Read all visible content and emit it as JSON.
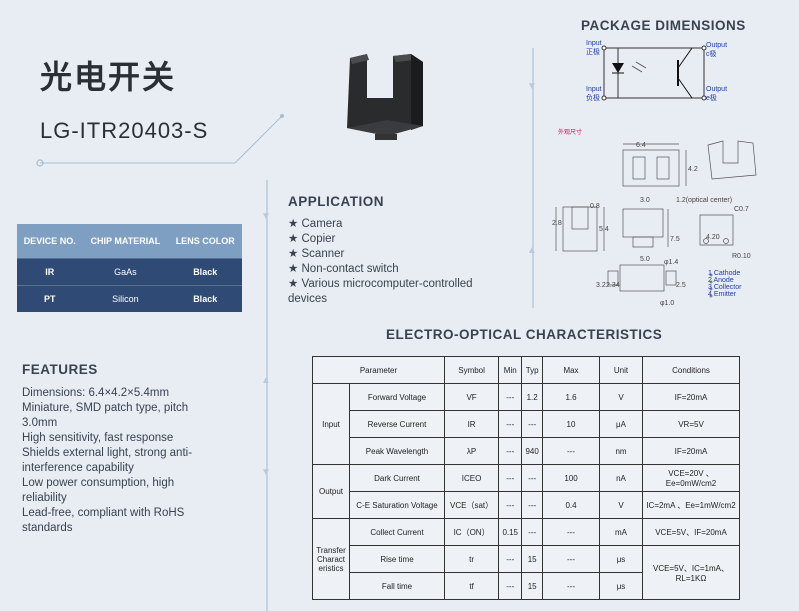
{
  "header": {
    "title_cn": "光电开关",
    "model": "LG-ITR20403-S"
  },
  "chip_table": {
    "headers": [
      "DEVICE NO.",
      "CHIP MATERIAL",
      "LENS COLOR"
    ],
    "rows": [
      [
        "IR",
        "GaAs",
        "Black"
      ],
      [
        "PT",
        "Silicon",
        "Black"
      ]
    ]
  },
  "features": {
    "title": "FEATURES",
    "items": [
      "Dimensions: 6.4×4.2×5.4mm",
      "Miniature, SMD patch type, pitch 3.0mm",
      "High sensitivity, fast response",
      "Shields external light, strong anti-interference capability",
      "Low power consumption, high reliability",
      "Lead-free, compliant with RoHS standards"
    ]
  },
  "application": {
    "title": "APPLICATION",
    "items": [
      "★ Camera",
      "★ Copier",
      "★ Scanner",
      "★ Non-contact switch",
      "★ Various microcomputer-controlled devices"
    ]
  },
  "package": {
    "title": "PACKAGE DIMENSIONS",
    "input_pos": "Input",
    "input_pos_cn": "正极",
    "input_neg": "Input",
    "input_neg_cn": "负极",
    "output_c": "Output",
    "output_c_cn": "c极",
    "output_e": "Output",
    "output_e_cn": "e极",
    "drawing_label": "外观尺寸",
    "dims": {
      "d64": "6.4",
      "d42": "4.2",
      "d08": "0.8",
      "d28": "2.8",
      "d54": "5.4",
      "d30": "3.0",
      "d12": "1.2(optical center)",
      "d75": "7.5",
      "c07": "C0.7",
      "d420": "4.20",
      "r010": "R0.10",
      "d50": "5.0",
      "phi14": "φ1.4",
      "d32": "3.2",
      "d234": "2.34",
      "d25": "2.5",
      "phi10": "φ1.0"
    },
    "pins": [
      "1  Cathode",
      "2  Anode",
      "3  Collector",
      "4  Emitter"
    ]
  },
  "eo": {
    "title": "ELECTRO-OPTICAL CHARACTERISTICS",
    "headers": [
      "Parameter",
      "Symbol",
      "Min",
      "Typ",
      "Max",
      "Unit",
      "Conditions"
    ],
    "groups": {
      "input": "Input",
      "output": "Output",
      "transfer": "Transfer Charact eristics"
    },
    "rows": [
      [
        "Forward Voltage",
        "VF",
        "---",
        "1.2",
        "1.6",
        "V",
        "IF=20mA"
      ],
      [
        "Reverse Current",
        "IR",
        "---",
        "---",
        "10",
        "μA",
        "VR=5V"
      ],
      [
        "Peak Wavelength",
        "λP",
        "---",
        "940",
        "---",
        "nm",
        "IF=20mA"
      ],
      [
        "Dark Current",
        "ICEO",
        "---",
        "---",
        "100",
        "nA",
        "VCE=20V 、 Ee=0mW/cm2"
      ],
      [
        "C-E Saturation Voltage",
        "VCE（sat）",
        "---",
        "---",
        "0.4",
        "V",
        "IC=2mA 、Ee=1mW/cm2"
      ],
      [
        "Collect Current",
        "IC（ON）",
        "0.15",
        "---",
        "---",
        "mA",
        "VCE=5V、IF=20mA"
      ],
      [
        "Rise time",
        "tr",
        "---",
        "15",
        "---",
        "μs",
        "VCE=5V、IC=1mA、RL=1KΩ"
      ],
      [
        "Fall time",
        "tf",
        "---",
        "15",
        "---",
        "μs",
        ""
      ]
    ]
  }
}
